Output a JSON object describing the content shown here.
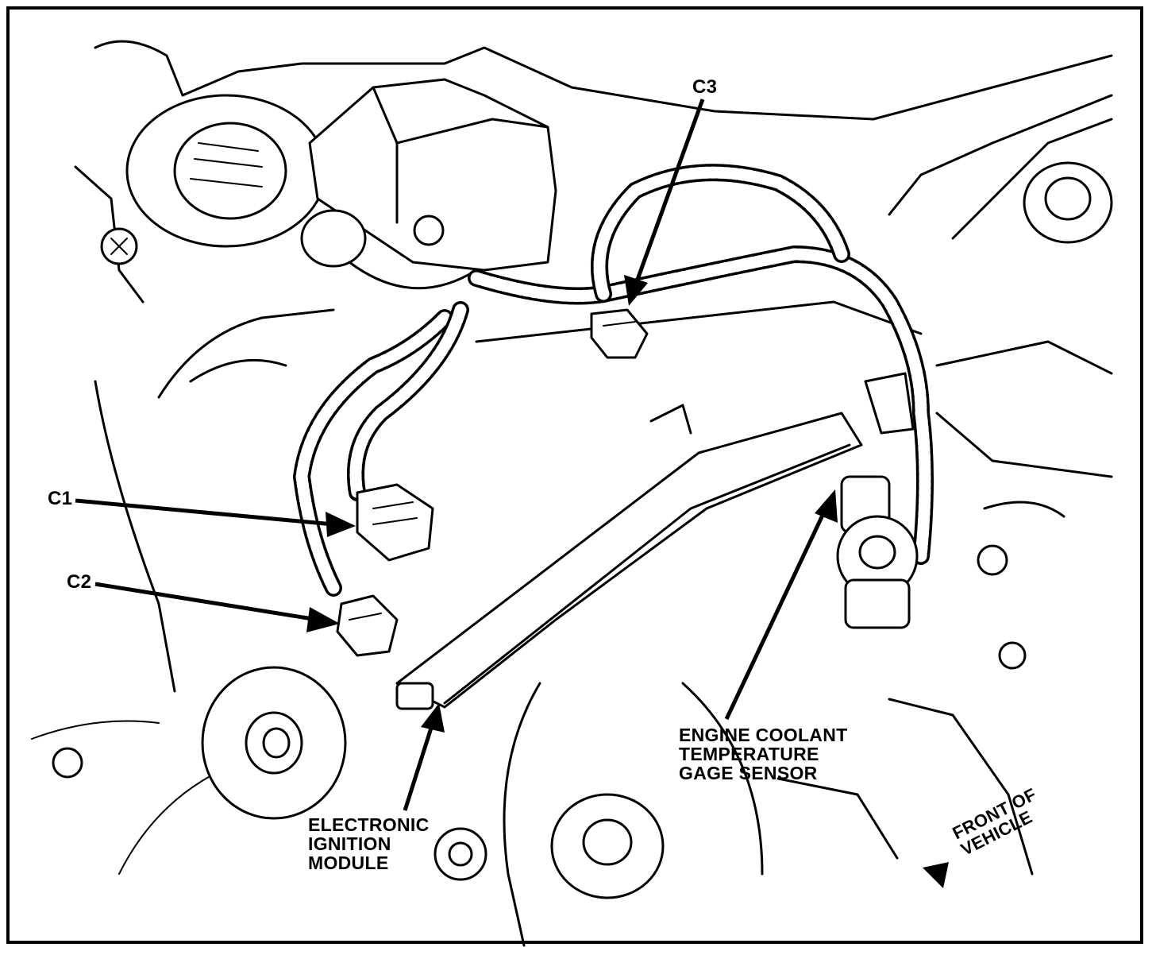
{
  "labels": {
    "c1": "C1",
    "c2": "C2",
    "c3": "C3",
    "coolant_sensor": "ENGINE COOLANT\nTEMPERATURE\nGAGE SENSOR",
    "ignition_module": "ELECTRONIC\nIGNITION\nMODULE",
    "front_of_vehicle": "FRONT OF\nVEHICLE"
  },
  "colors": {
    "ink": "#000000",
    "paper": "#ffffff"
  }
}
